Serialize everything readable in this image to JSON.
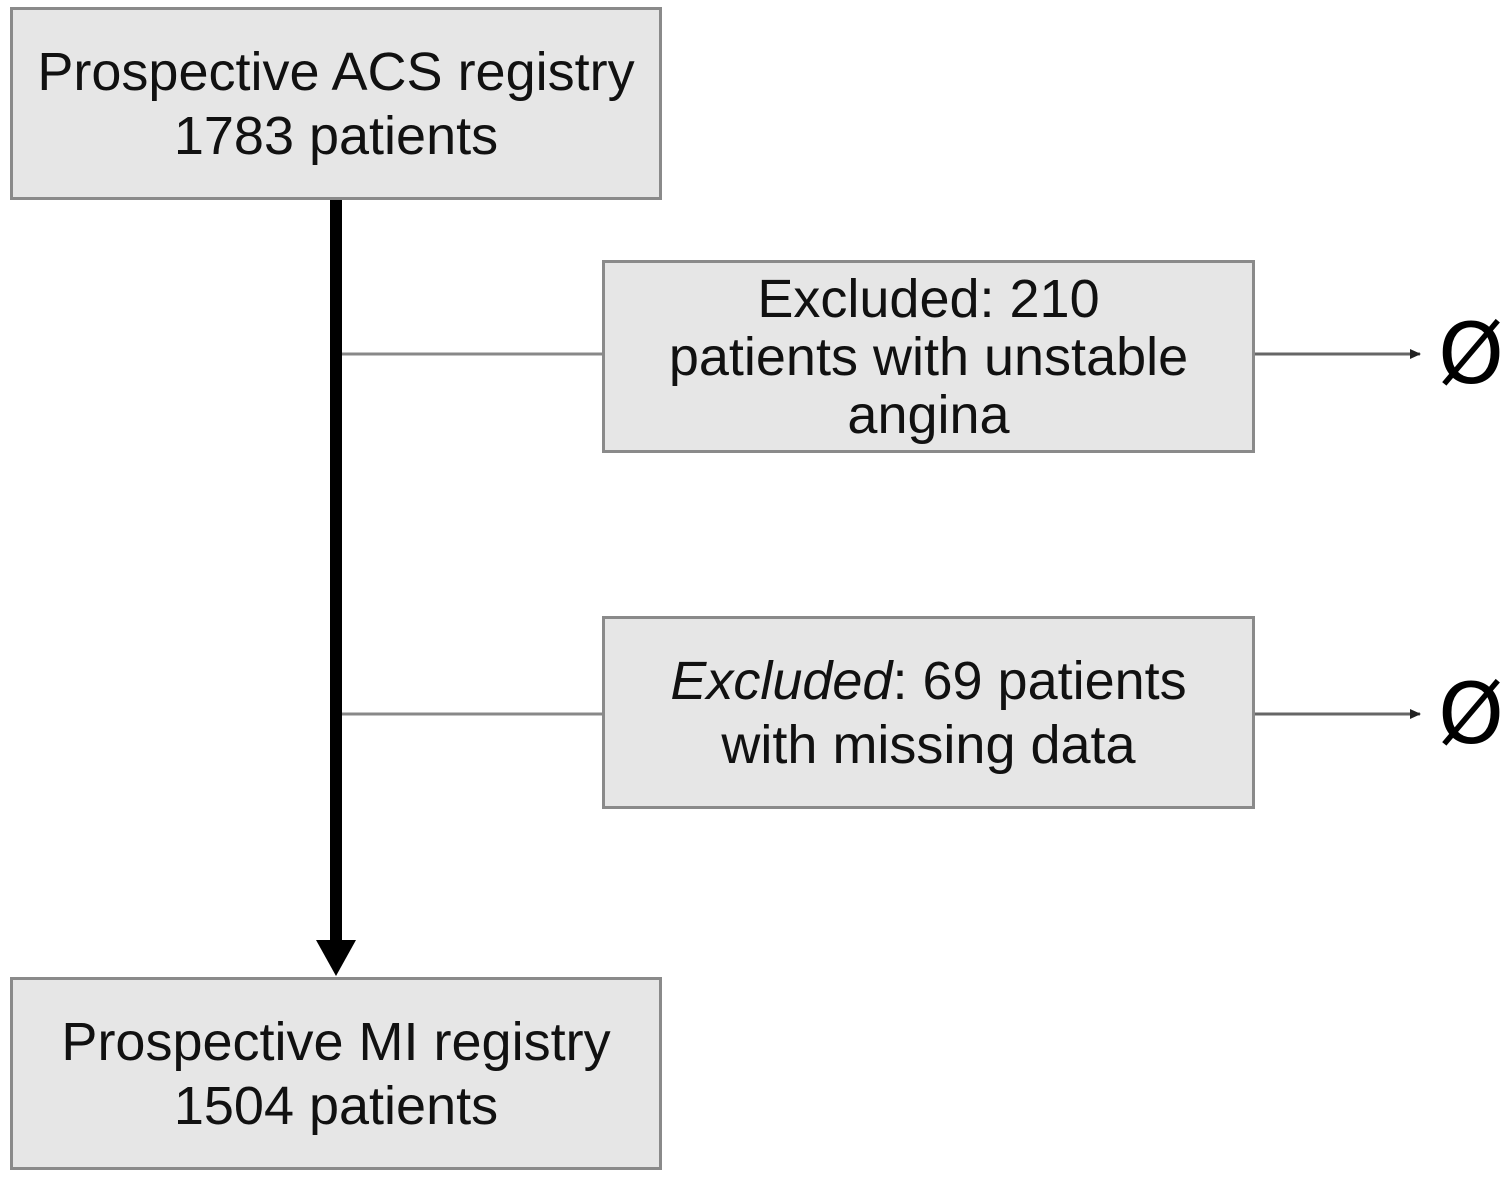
{
  "boxes": {
    "top": {
      "line1": "Prospective ACS registry",
      "line2": "1783 patients"
    },
    "excluded_1": {
      "line1": "Excluded: 210",
      "line2": "patients with unstable",
      "line3": "angina"
    },
    "excluded_2": {
      "label_italic": "Excluded",
      "line1_rest": ": 69 patients",
      "line2": "with missing data"
    },
    "bottom": {
      "line1": "Prospective MI registry",
      "line2": "1504 patients"
    }
  },
  "terminals": {
    "null_symbol": "Ø"
  }
}
